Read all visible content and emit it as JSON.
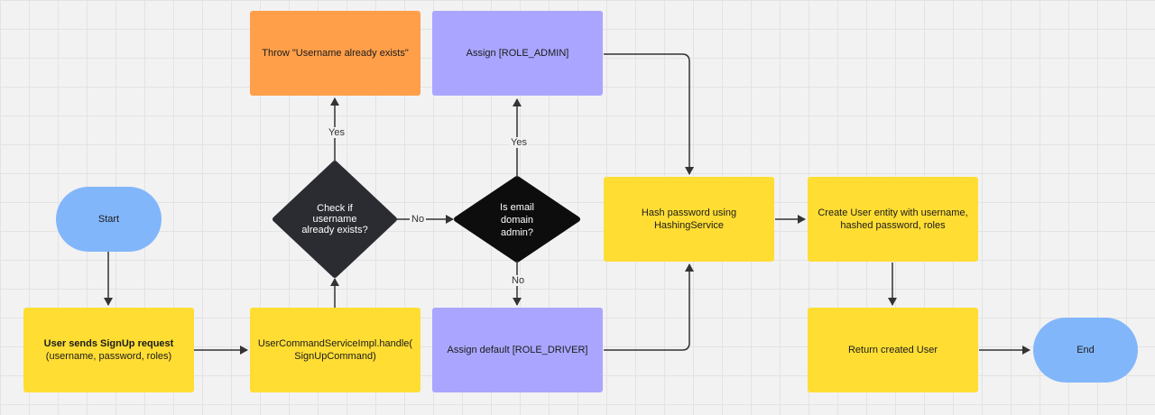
{
  "nodes": {
    "start": {
      "label": "Start"
    },
    "signup_request": {
      "title": "User sends SignUp request",
      "subtitle": "(username, password, roles)"
    },
    "handle": {
      "label": "UserCommandServiceImpl.handle( SignUpCommand)"
    },
    "check_username": {
      "label": "Check if username already exists?"
    },
    "throw_exists": {
      "label": "Throw \"Username already exists\""
    },
    "is_admin": {
      "label": "Is email domain admin?"
    },
    "assign_admin": {
      "label": "Assign [ROLE_ADMIN]"
    },
    "assign_driver": {
      "label": "Assign default [ROLE_DRIVER]"
    },
    "hash_password": {
      "label": "Hash password using HashingService"
    },
    "create_user": {
      "label": "Create User entity with username, hashed password, roles"
    },
    "return_user": {
      "label": "Return created User"
    },
    "end": {
      "label": "End"
    }
  },
  "edge_labels": {
    "check_yes": "Yes",
    "check_no": "No",
    "admin_yes": "Yes",
    "admin_no": "No"
  },
  "colors": {
    "process": "#ffdd33",
    "role": "#aaa6ff",
    "error": "#ff9f4a",
    "terminal": "#82b6fb",
    "decision": "#2a2c31",
    "edge": "#333333"
  }
}
